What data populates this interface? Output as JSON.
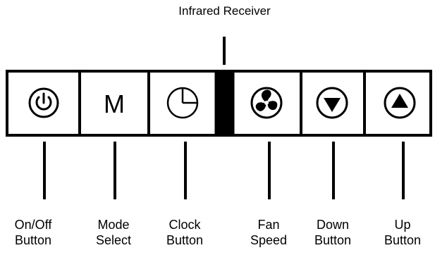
{
  "receiver": {
    "label": "Infrared Receiver"
  },
  "buttons": [
    {
      "id": "onoff",
      "icon": "power-icon",
      "line1": "On/Off",
      "line2": "Button"
    },
    {
      "id": "mode",
      "icon": "letter-m-icon",
      "glyph": "M",
      "line1": "Mode",
      "line2": "Select"
    },
    {
      "id": "clock",
      "icon": "clock-icon",
      "line1": "Clock",
      "line2": "Button"
    },
    {
      "id": "fan",
      "icon": "fan-icon",
      "line1": "Fan",
      "line2": "Speed"
    },
    {
      "id": "down",
      "icon": "down-arrow-icon",
      "line1": "Down",
      "line2": "Button"
    },
    {
      "id": "up",
      "icon": "up-arrow-icon",
      "line1": "Up",
      "line2": "Button"
    }
  ],
  "colors": {
    "ink": "#000000",
    "background": "#ffffff"
  }
}
